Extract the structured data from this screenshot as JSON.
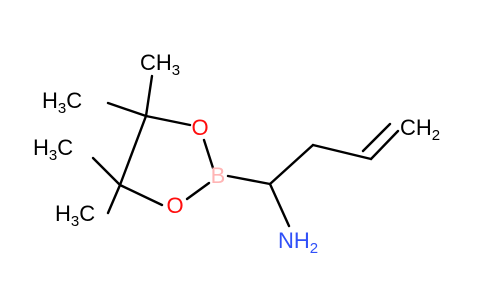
{
  "molecule": {
    "atoms": {
      "o_upper": "O",
      "o_lower": "O",
      "boron": "B",
      "amine": "NH",
      "amine_sub": "2",
      "methylene": "CH",
      "methylene_sub": "2",
      "methyl_top": "CH",
      "methyl_top_sub": "3",
      "methyl_upper_left": "H",
      "methyl_upper_left_sub": "3",
      "methyl_upper_left_c": "C",
      "methyl_mid_left": "H",
      "methyl_mid_left_sub": "3",
      "methyl_mid_left_c": "C",
      "methyl_lower_left": "H",
      "methyl_lower_left_sub": "3",
      "methyl_lower_left_c": "C"
    },
    "colors": {
      "bond": "#000000",
      "carbon": "#000000",
      "oxygen": "#ff0d0d",
      "nitrogen": "#3050f8",
      "boron": "#ffb5b5"
    }
  }
}
